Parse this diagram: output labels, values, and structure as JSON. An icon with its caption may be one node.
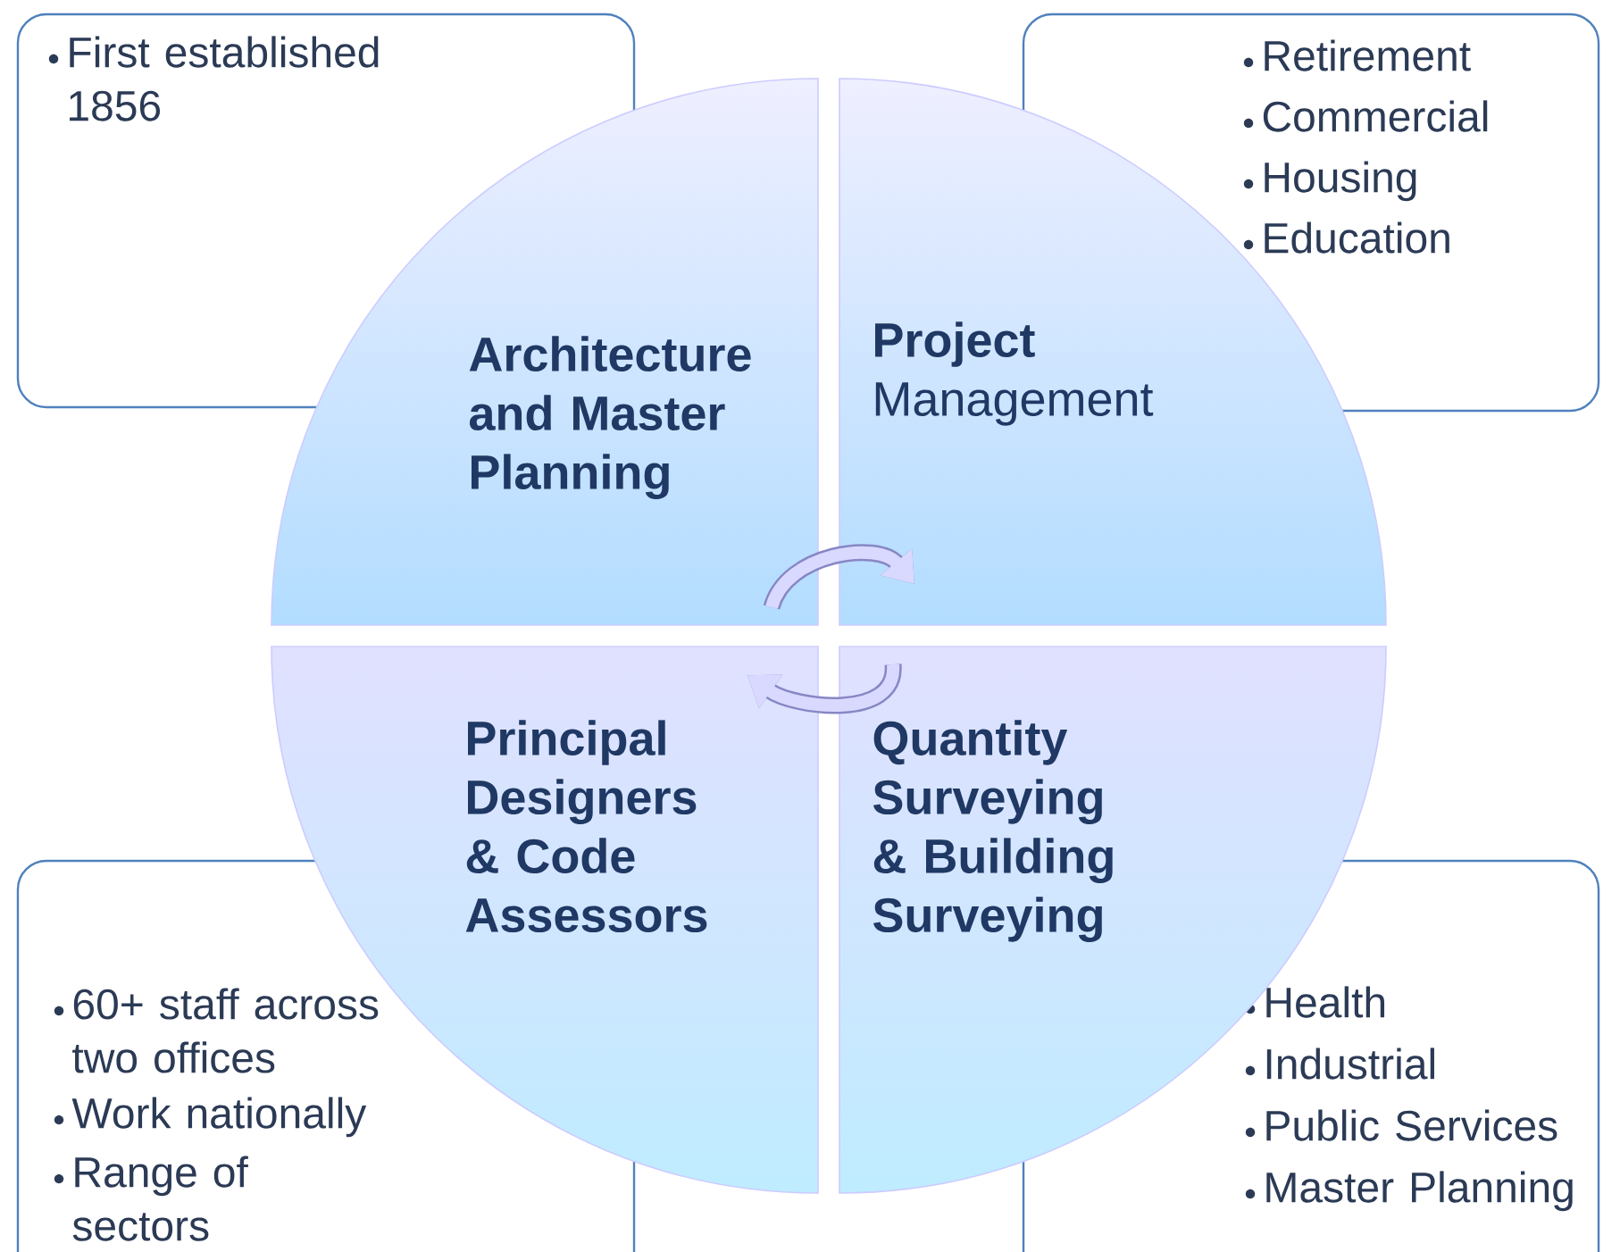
{
  "diagram": {
    "nodes": [
      {
        "text": [
          "First established 1856"
        ]
      },
      {
        "text": [
          "Retirement",
          "Commercial",
          "Housing",
          "Education"
        ]
      },
      {
        "text": [
          "Architecture and Master Planning"
        ]
      },
      {
        "text": [
          "**Project** Management"
        ]
      },
      {
        "text": [
          "Principal Designers & Code Assessors"
        ]
      },
      {
        "text": [
          "Quantity Surveying & Building Surveying"
        ]
      },
      {
        "text": [
          "60+ staff across two offices",
          "Work nationally",
          "Range of sectors"
        ]
      },
      {
        "text": [
          "Health",
          "Industrial",
          "Public Services",
          "Master Planning"
        ]
      }
    ],
    "edges": [
      {
        "from": 2,
        "to": 3,
        "arrow": "to"
      },
      {
        "from": 5,
        "to": 4,
        "arrow": "to"
      }
    ]
  }
}
